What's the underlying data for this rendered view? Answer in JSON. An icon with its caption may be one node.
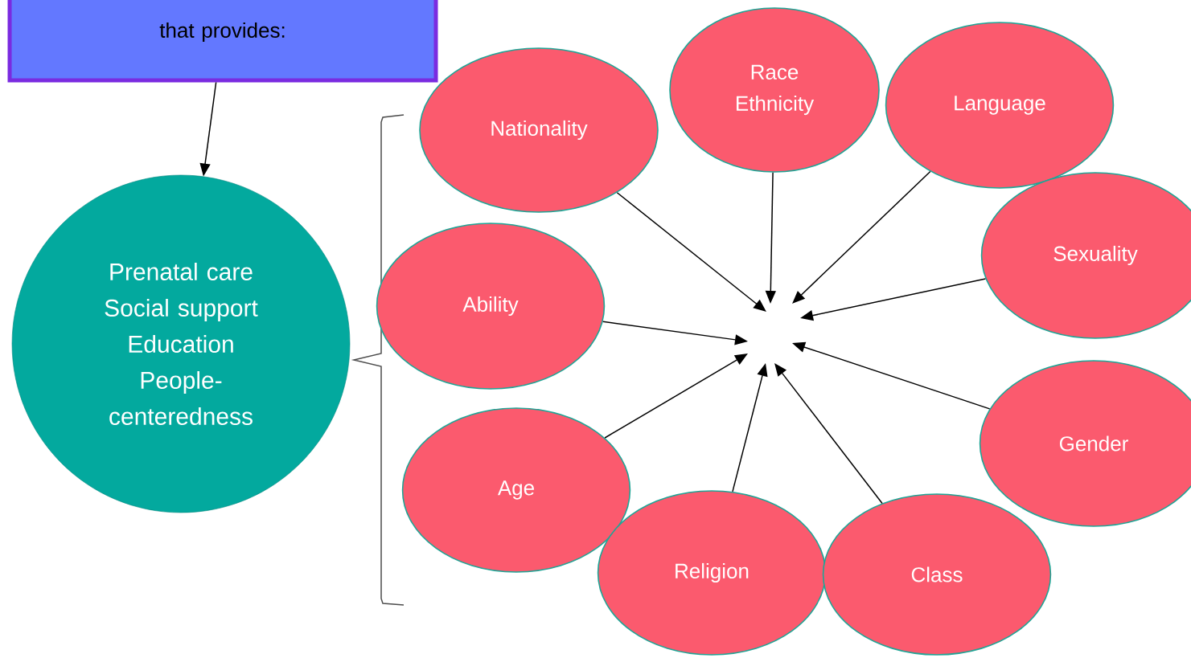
{
  "diagram": {
    "nodes": [
      {
        "text": [
          "that provides:"
        ]
      },
      {
        "text": [
          "Prenatal care",
          "Social support",
          "Education",
          "People-centeredness"
        ]
      },
      {
        "text": [
          "Nationality"
        ]
      },
      {
        "text": [
          "Race Ethnicity"
        ]
      },
      {
        "text": [
          "Language"
        ]
      },
      {
        "text": [
          "Sexuality"
        ]
      },
      {
        "text": [
          "Ability"
        ]
      },
      {
        "text": [
          "Gender"
        ]
      },
      {
        "text": [
          "Age"
        ]
      },
      {
        "text": [
          "Religion"
        ]
      },
      {
        "text": [
          "Class"
        ]
      }
    ],
    "edges": [
      {
        "from": 0,
        "to": 1,
        "arrow": "to"
      },
      {
        "from": 2,
        "to": null,
        "arrow": "to"
      },
      {
        "from": 3,
        "to": null,
        "arrow": "to"
      },
      {
        "from": 4,
        "to": null,
        "arrow": "to"
      },
      {
        "from": 5,
        "to": null,
        "arrow": "to"
      },
      {
        "from": 6,
        "to": null,
        "arrow": "to"
      },
      {
        "from": 7,
        "to": null,
        "arrow": "to"
      },
      {
        "from": 8,
        "to": null,
        "arrow": "to"
      },
      {
        "from": 9,
        "to": null,
        "arrow": "to"
      },
      {
        "from": 10,
        "to": null,
        "arrow": "to"
      }
    ]
  }
}
